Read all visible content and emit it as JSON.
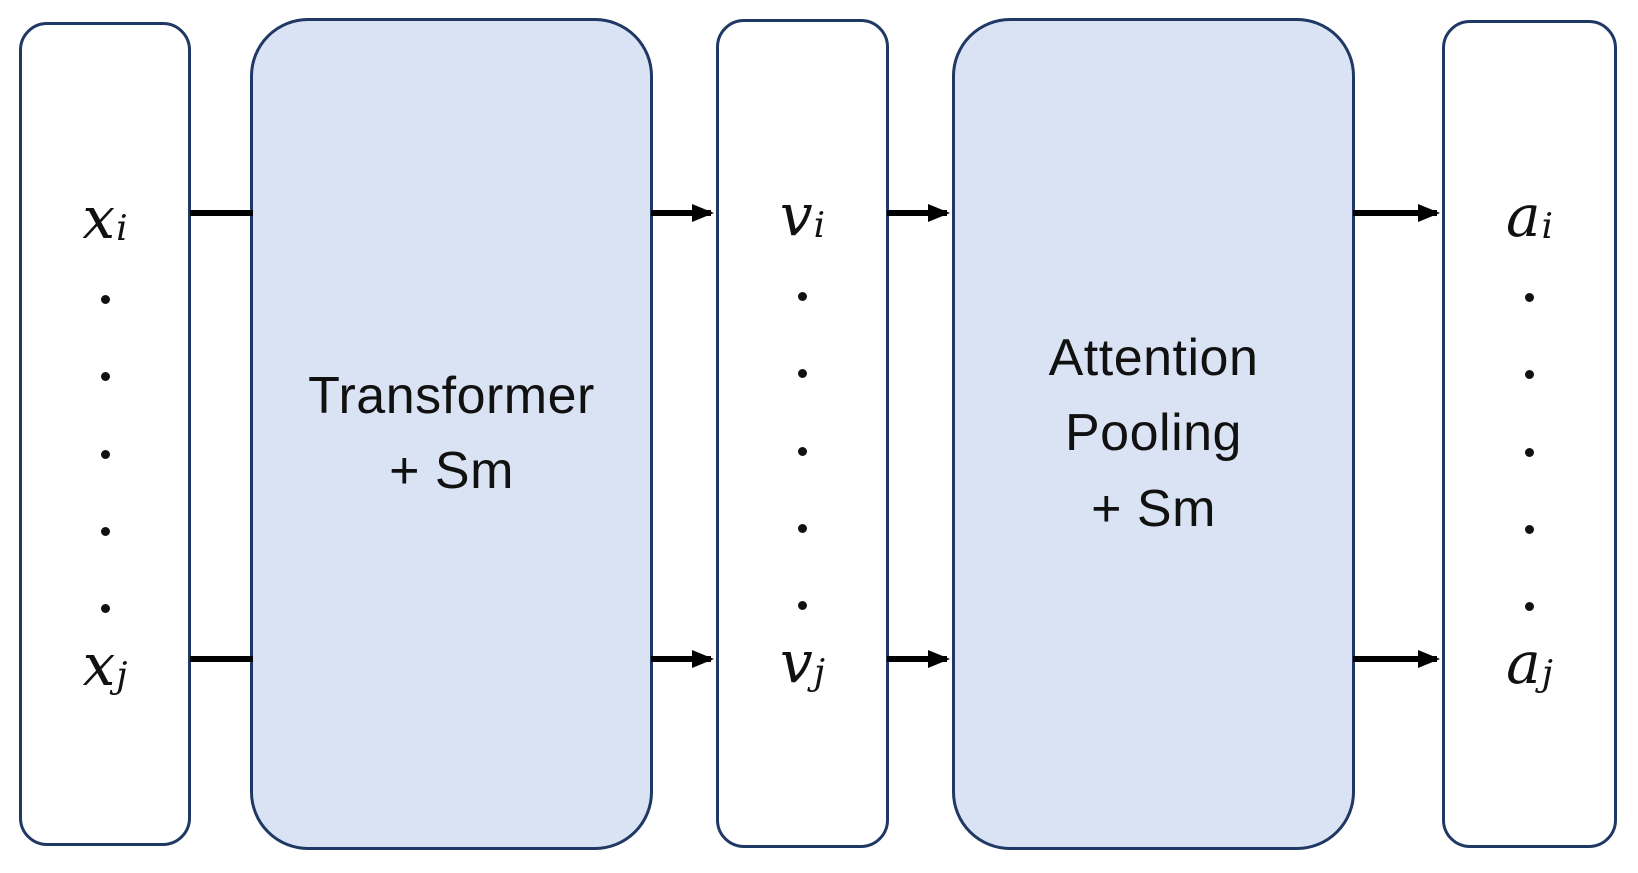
{
  "diagram": {
    "colors": {
      "background": "#ffffff",
      "block_fill": "#dae3f3",
      "block_border": "#1f3864",
      "connector": "#000000",
      "text": "#111111"
    },
    "columns": {
      "input": {
        "top_base": "x",
        "top_sub": "i",
        "bottom_base": "x",
        "bottom_sub": "j",
        "dot_count": 5
      },
      "hidden": {
        "top_base": "v",
        "top_sub": "i",
        "bottom_base": "v",
        "bottom_sub": "j",
        "dot_count": 5
      },
      "output": {
        "top_base": "a",
        "top_sub": "i",
        "bottom_base": "a",
        "bottom_sub": "j",
        "dot_count": 5
      }
    },
    "blocks": {
      "transformer": {
        "line1": "Transformer",
        "line2": "+ Sm"
      },
      "attention": {
        "line1": "Attention",
        "line2": "Pooling",
        "line3": "+ Sm"
      }
    }
  }
}
